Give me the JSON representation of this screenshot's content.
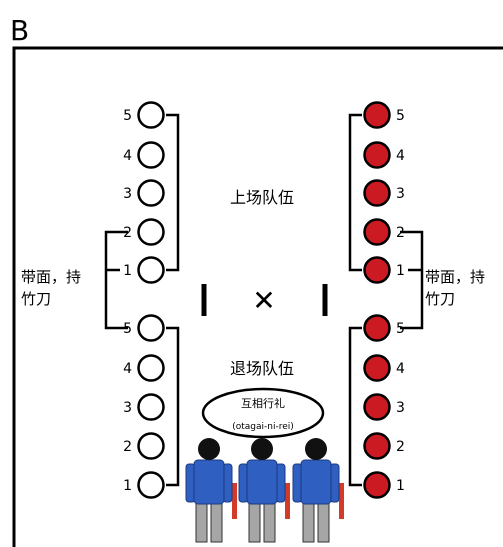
{
  "panel_label": "B",
  "left_column": {
    "fill": "#ffffff",
    "upper_group": [
      "5",
      "4",
      "3",
      "2",
      "1"
    ],
    "lower_group": [
      "5",
      "4",
      "3",
      "2",
      "1"
    ],
    "bracket_label_line1": "带面，持",
    "bracket_label_line2": "竹刀"
  },
  "right_column": {
    "fill": "#cc1a22",
    "upper_group": [
      "5",
      "4",
      "3",
      "2",
      "1"
    ],
    "lower_group": [
      "5",
      "4",
      "3",
      "2",
      "1"
    ],
    "bracket_label_line1": "带面，持",
    "bracket_label_line2": "竹刀"
  },
  "center": {
    "entry_label": "上场队伍",
    "exit_label": "退场队伍",
    "center_mark": "✕",
    "bubble_line1": "互相行礼",
    "bubble_line2": "(otagai-ni-rei)"
  },
  "figures": {
    "count": 3,
    "shirt_color": "#2f5fc0",
    "pants_color": "#a6a6a6",
    "head_color": "#111111",
    "sword_color": "#d23a2a"
  }
}
